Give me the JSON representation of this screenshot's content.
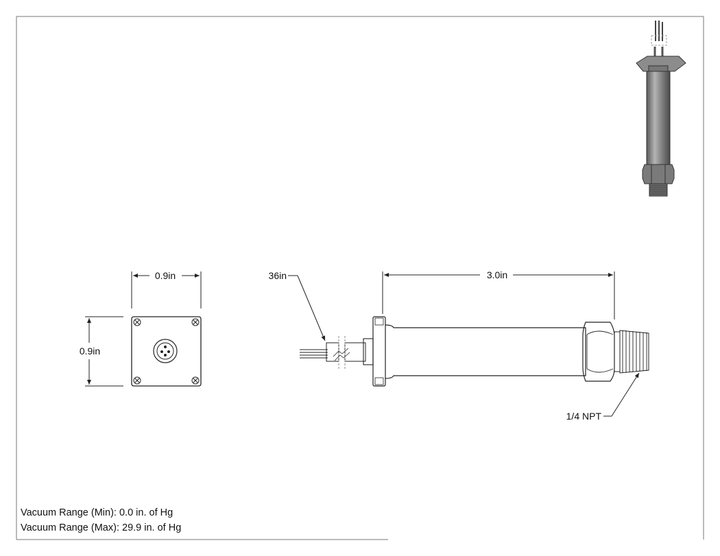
{
  "dimensions": {
    "front_width": "0.9in",
    "front_height": "0.9in",
    "cable_length": "36in",
    "body_length": "3.0in",
    "thread": "1/4 NPT"
  },
  "specs": [
    {
      "label": "Vacuum Range (Min)",
      "value": "0.0 in. of Hg",
      "text": "Vacuum Range (Min): 0.0 in. of Hg"
    },
    {
      "label": "Vacuum Range (Max)",
      "value": "29.9 in. of Hg",
      "text": "Vacuum Range (Max): 29.9 in. of Hg"
    }
  ],
  "colors": {
    "line": "#222222",
    "body_metal": "#9a9a9a",
    "body_dark": "#555555"
  }
}
